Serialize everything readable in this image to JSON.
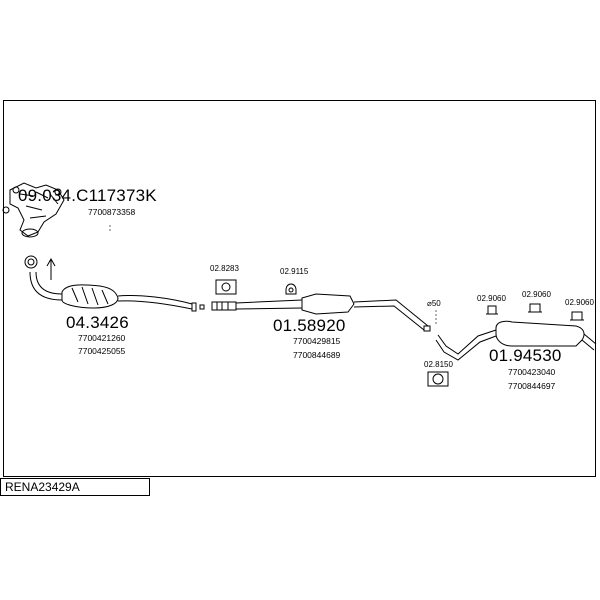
{
  "diagram_code": "RENA23429A",
  "parts": [
    {
      "id": "manifold",
      "part_no": "09.034.C117373K",
      "refs": [
        "7700873358"
      ]
    },
    {
      "id": "catalyst",
      "part_no": "04.3426",
      "refs": [
        "7700421260",
        "7700425055"
      ]
    },
    {
      "id": "middle-silencer",
      "part_no": "01.58920",
      "refs": [
        "7700429815",
        "7700844689"
      ]
    },
    {
      "id": "rear-silencer",
      "part_no": "01.94530",
      "refs": [
        "7700423040",
        "7700844697"
      ]
    }
  ],
  "fittings": [
    {
      "id": "clamp-1",
      "label": "02.8283"
    },
    {
      "id": "mount-1",
      "label": "02.9115"
    },
    {
      "id": "mount-2",
      "label": "02.9060"
    },
    {
      "id": "mount-3",
      "label": "02.9060"
    },
    {
      "id": "mount-4",
      "label": "02.9060"
    },
    {
      "id": "clamp-2",
      "label": "02.8150"
    },
    {
      "id": "pipe-dia",
      "label": "⌀50"
    }
  ]
}
